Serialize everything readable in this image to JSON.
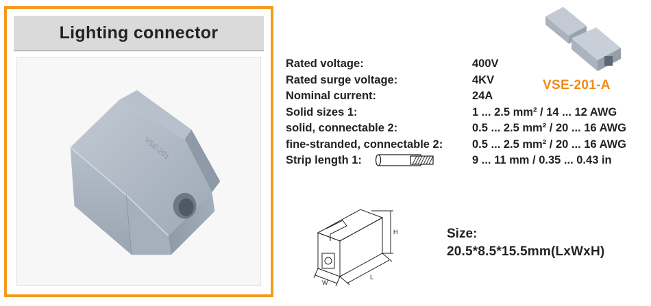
{
  "product": {
    "title": "Lighting connector",
    "model": "VSE-201-A",
    "embossed_text": "VSE-201"
  },
  "specs": [
    {
      "label": "Rated voltage:",
      "value": "400V"
    },
    {
      "label": "Rated surge voltage:",
      "value": "4KV"
    },
    {
      "label": "Nominal current:",
      "value": "24A"
    },
    {
      "label": "Solid sizes 1:",
      "value": "1 ... 2.5 mm² / 14 ... 12 AWG"
    },
    {
      "label": "solid, connectable 2:",
      "value": "0.5 ... 2.5 mm² / 20 ... 16 AWG"
    },
    {
      "label": "fine-stranded, connectable 2:",
      "value": "0.5 ... 2.5 mm² / 20 ... 16 AWG"
    },
    {
      "label": "Strip length 1:",
      "value": "9 ... 11 mm / 0.35 ... 0.43 in"
    }
  ],
  "size": {
    "label": "Size:",
    "value": "20.5*8.5*15.5mm(LxWxH)",
    "dim_labels": {
      "h": "H",
      "w": "W",
      "l": "L"
    }
  },
  "colors": {
    "accent": "#f39a1e",
    "model_text": "#f08a18",
    "title_bar": "#dadada",
    "connector": "#a8b3c0"
  },
  "icons": [
    "wire-strip-icon",
    "connector-photo",
    "connector-thumbnail",
    "dimension-drawing"
  ]
}
